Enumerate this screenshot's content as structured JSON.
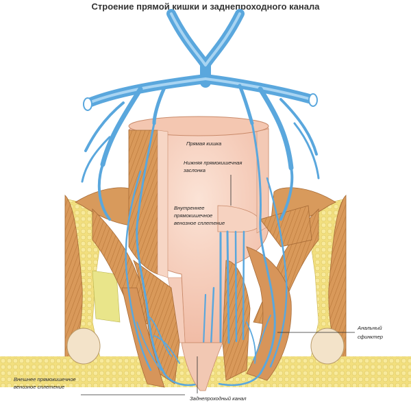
{
  "title": "Строение прямой кишки и заднепроходного канала",
  "labels": {
    "rectum": "Прямая кишка",
    "valve_line1": "Нижняя прямокишечная",
    "valve_line2": "заслонка",
    "internal_line1": "Внутреннее",
    "internal_line2": "прямокишечное",
    "internal_line3": "венозное сплетение",
    "sphincter_line1": "Анальный",
    "sphincter_line2": "сфинктер",
    "external_line1": "Внешнее прямокишечное",
    "external_line2": "венозное сплетение",
    "anal_canal": "Заднепроходный канал"
  }
}
